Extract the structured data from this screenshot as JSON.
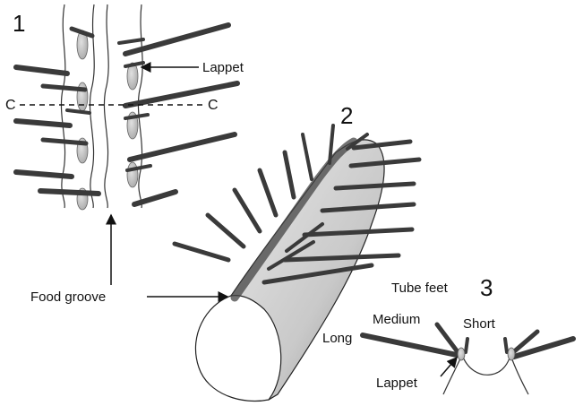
{
  "figure": {
    "panels": [
      {
        "number": "1",
        "labels": {
          "lappet": "Lappet",
          "section_left": "C",
          "section_right": "C",
          "groove": "Food groove"
        }
      },
      {
        "number": "2"
      },
      {
        "number": "3",
        "labels": {
          "title": "Tube feet",
          "medium": "Medium",
          "short": "Short",
          "long": "Long",
          "lappet": "Lappet"
        }
      }
    ]
  }
}
